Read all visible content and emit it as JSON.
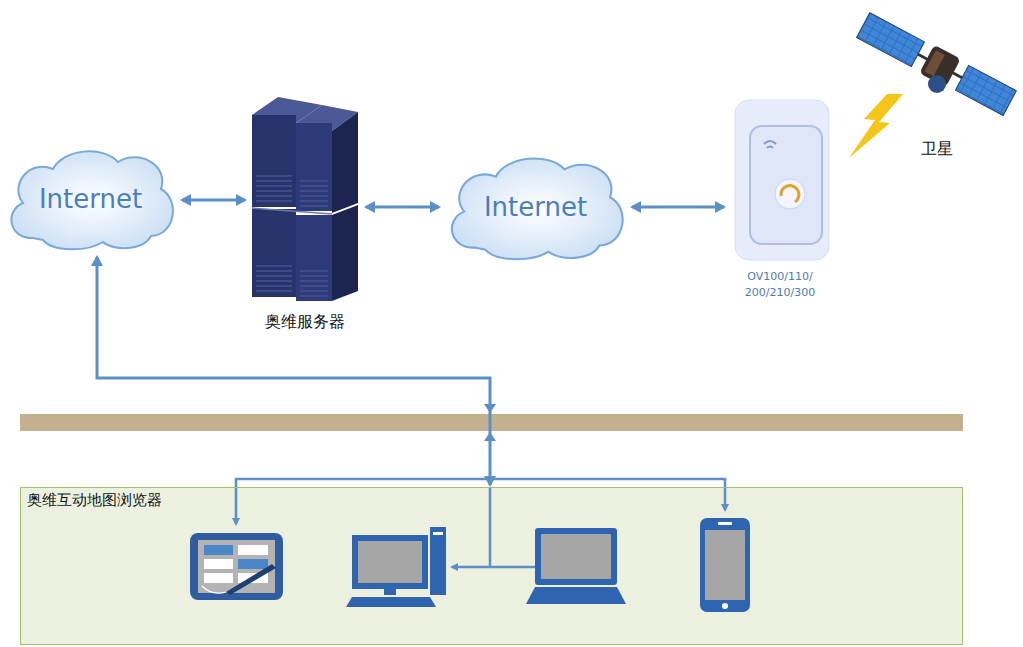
{
  "diagram": {
    "nodes": [
      {
        "text": [
          "Internet"
        ]
      },
      {
        "text": [
          "奥维服务器"
        ]
      },
      {
        "text": [
          "Internet"
        ]
      },
      {
        "text": [
          "OV100/110/ 200/210/300"
        ]
      },
      {
        "text": [
          "卫星"
        ]
      },
      {
        "text": [
          "奥维互动地图浏览器"
        ]
      }
    ],
    "edges": [
      {
        "from": 0,
        "to": 1,
        "arrow": "both"
      },
      {
        "from": 1,
        "to": 2,
        "arrow": "both"
      },
      {
        "from": 2,
        "to": 3,
        "arrow": "both"
      },
      {
        "from": 0,
        "to": 5,
        "arrow": "both"
      }
    ]
  }
}
